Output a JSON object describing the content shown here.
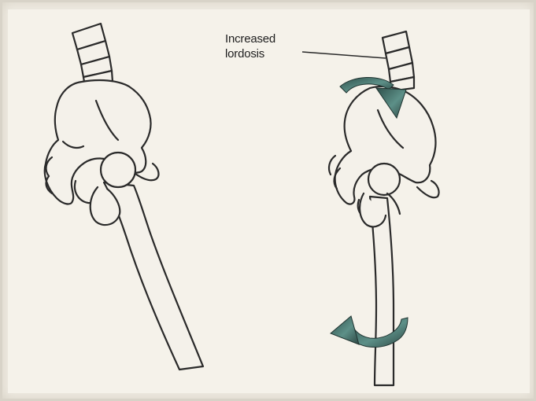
{
  "annotation": {
    "line1": "Increased",
    "line2": "lordosis"
  },
  "colors": {
    "bone_fill": "#f4f1ea",
    "outline": "#2a2a2a",
    "arrow": "#3f6e66"
  },
  "figures": [
    {
      "name": "normal-hip",
      "description_icon": "pelvis-femur-normal"
    },
    {
      "name": "rotated-hip",
      "description_icon": "pelvis-femur-rotated"
    }
  ]
}
